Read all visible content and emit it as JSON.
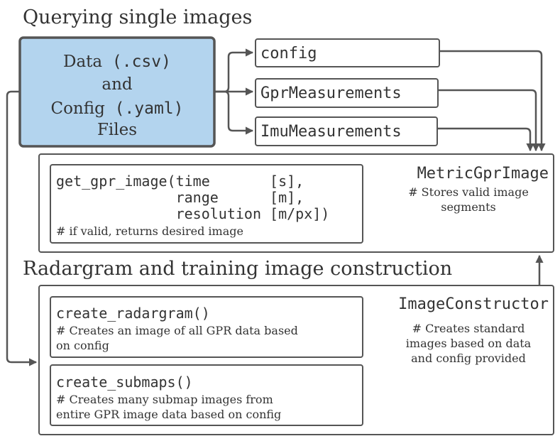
{
  "section_titles": {
    "querying": "Querying single images",
    "construction": "Radargram and training image construction"
  },
  "files_box": {
    "line1_word": "Data",
    "line1_code": "(.csv)",
    "line2": "and",
    "line3_word": "Config",
    "line3_code": "(.yaml)",
    "line4": "Files"
  },
  "classes": {
    "config": "config",
    "gpr_measurements": "GprMeasurements",
    "imu_measurements": "ImuMeasurements"
  },
  "metric_gpr_image": {
    "name": "MetricGprImage",
    "comment_line1": "# Stores valid image",
    "comment_line2": "segments",
    "method_line1": "get_gpr_image(time       [s],",
    "method_line2": "              range      [m],",
    "method_line3": "              resolution [m/px])",
    "method_comment": "# if valid, returns desired image"
  },
  "image_constructor": {
    "name": "ImageConstructor",
    "comment_line1": "# Creates standard",
    "comment_line2": "images based on data",
    "comment_line3": "and config provided",
    "radargram_method": "create_radargram()",
    "radargram_comment_line1": "# Creates an image of all GPR data based",
    "radargram_comment_line2": "on config",
    "submaps_method": "create_submaps()",
    "submaps_comment_line1": "# Creates many submap images from",
    "submaps_comment_line2": "entire GPR image data based on config"
  },
  "colors": {
    "files_fill": "#b3d4ee",
    "stroke": "#555555",
    "text": "#333333"
  }
}
